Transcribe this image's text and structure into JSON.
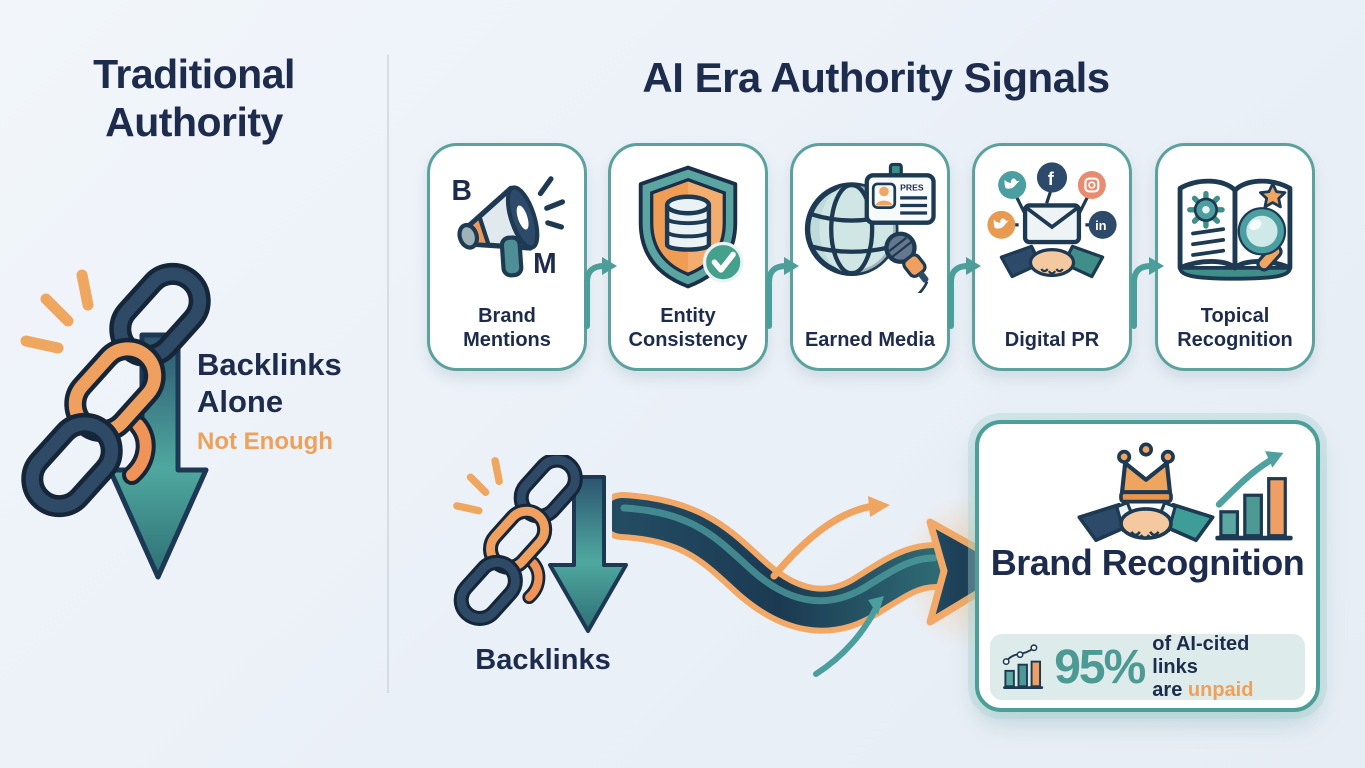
{
  "left_panel": {
    "title": "Traditional Authority",
    "backlinks_caption": "Backlinks Alone",
    "backlinks_subcaption": "Not Enough"
  },
  "right_panel": {
    "title": "AI Era Authority Signals",
    "cards": [
      {
        "label": "Brand Mentions",
        "icon": "megaphone-icon"
      },
      {
        "label": "Entity Consistency",
        "icon": "shield-database-check-icon"
      },
      {
        "label": "Earned Media",
        "icon": "globe-press-microphone-icon"
      },
      {
        "label": "Digital PR",
        "icon": "social-network-handshake-icon"
      },
      {
        "label": "Topical Recognition",
        "icon": "book-magnifier-icon"
      }
    ],
    "bottom_flow": {
      "backlinks_label": "Backlinks",
      "result_card": {
        "title": "Brand Recognition",
        "stat_value": "95%",
        "stat_line1": "of AI-cited links",
        "stat_line2_prefix": "are ",
        "stat_line2_highlight": "unpaid"
      }
    }
  },
  "icon_text": {
    "megaphone_b": "B",
    "megaphone_m": "M",
    "press_badge": "PRES",
    "facebook": "f",
    "linkedin": "in"
  },
  "colors": {
    "navy": "#1d2b4c",
    "teal": "#4d9a94",
    "teal_border": "#5ba29e",
    "orange": "#eda15b",
    "background": "#eef3f9",
    "card_background": "#ffffff",
    "stat_background": "#ddecea"
  }
}
